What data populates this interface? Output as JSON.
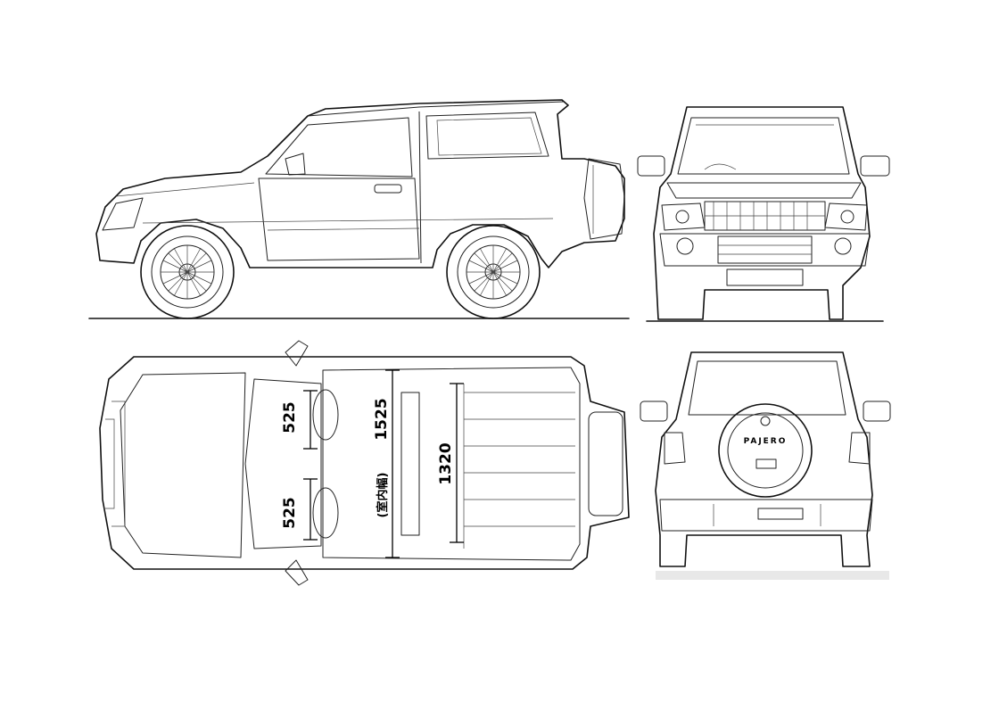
{
  "blueprint": {
    "views": [
      "side",
      "front",
      "top",
      "rear"
    ],
    "dimensions": {
      "seat_front": "525",
      "seat_rear": "525",
      "interior_width": "1525",
      "interior_width_note": "(室内幅)",
      "rear_width": "1320"
    },
    "badge_text": "PAJERO",
    "colors": {
      "line": "#111111",
      "background": "#ffffff",
      "watermark": "#aaaaaa"
    }
  }
}
